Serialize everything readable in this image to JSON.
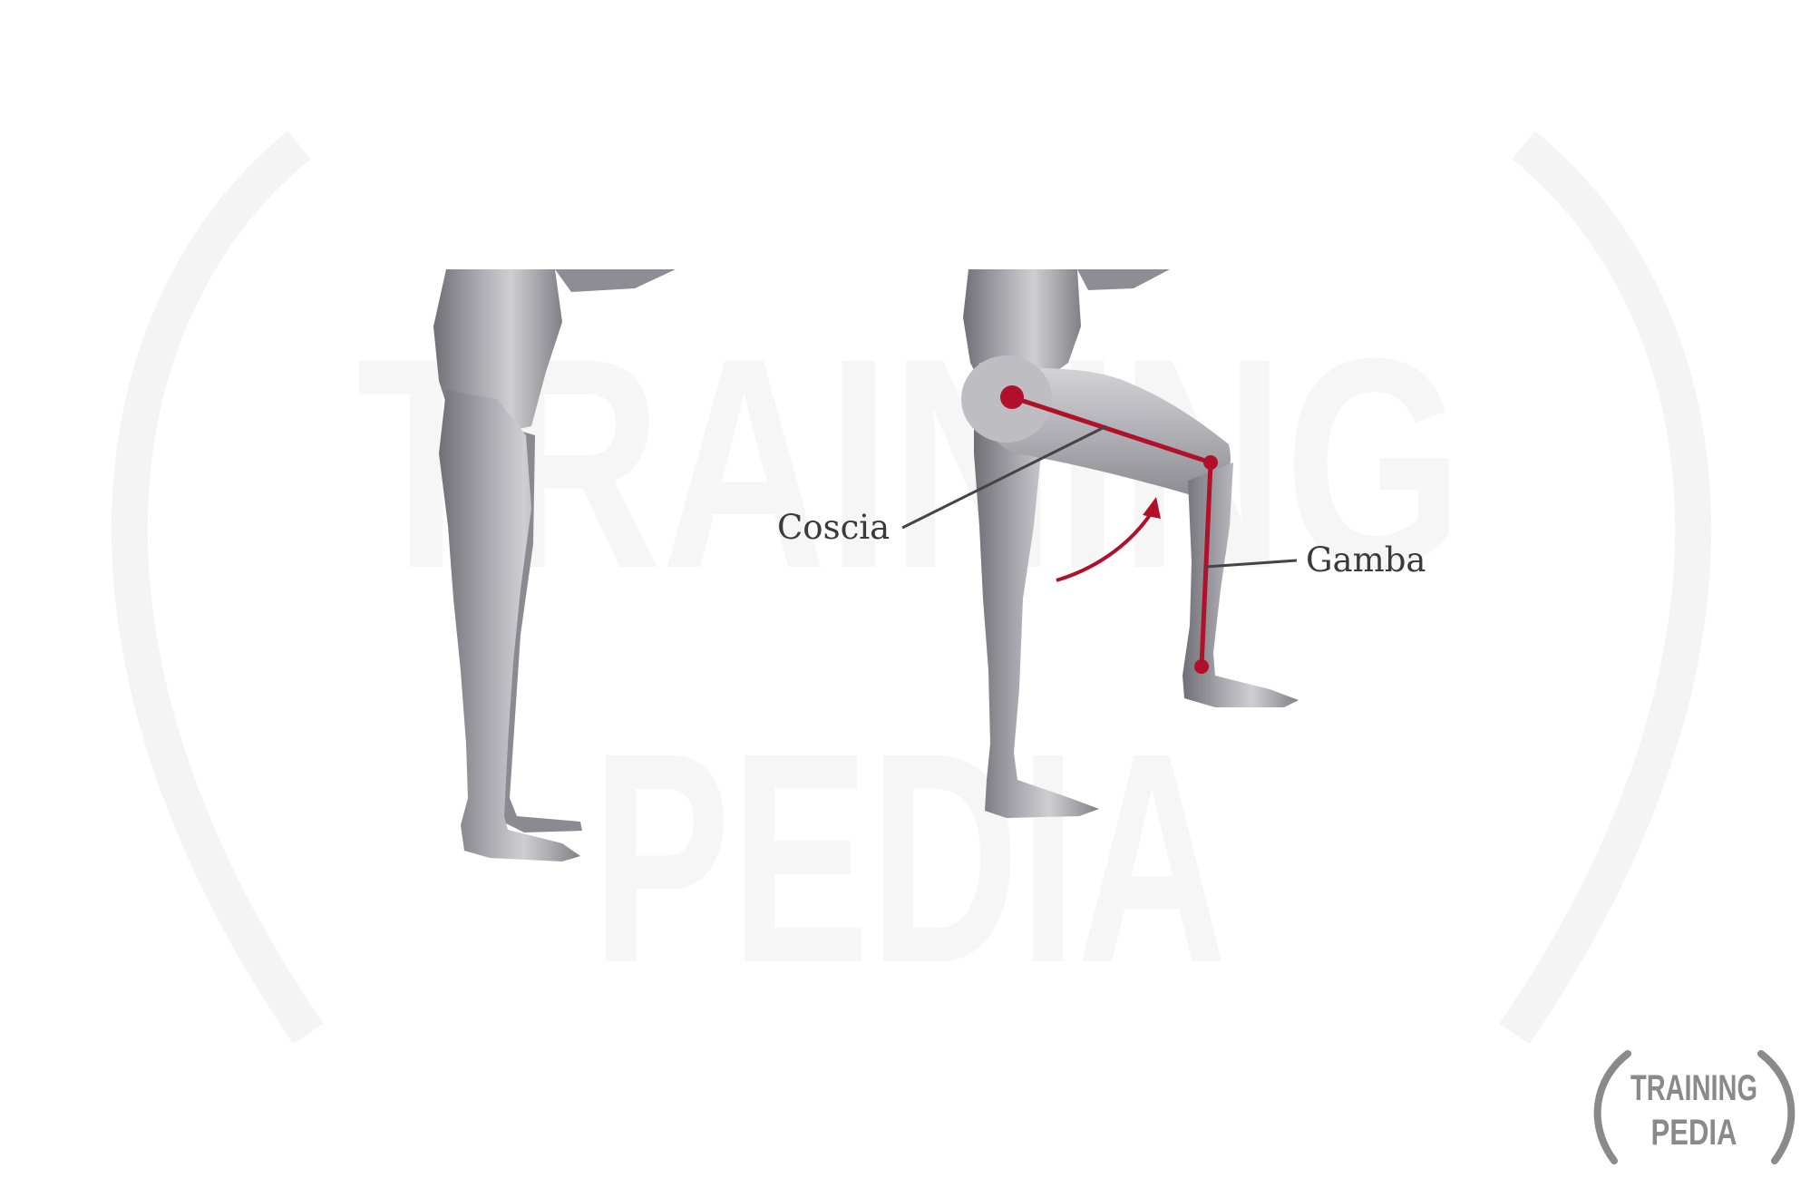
{
  "labels": {
    "thigh": "Coscia",
    "leg": "Gamba"
  },
  "watermark": {
    "line1": "TRAINING",
    "line2": "PEDIA"
  },
  "logo": {
    "line1": "TRAINING",
    "line2": "PEDIA"
  },
  "colors": {
    "background": "#ffffff",
    "body": "#9a9aa0",
    "bodyHighlight": "#d4d4d8",
    "bodyShadow": "#6e6e74",
    "accent": "#b0102a",
    "labelLine": "#444444",
    "logo": "#8a8a8a",
    "watermark": "#f6f6f6"
  },
  "icons": {
    "left": "standing-legs-illustration",
    "right": "raised-knee-legs-illustration",
    "arrow": "curved-arrow-icon",
    "logo": "laurel-wreath-icon"
  }
}
